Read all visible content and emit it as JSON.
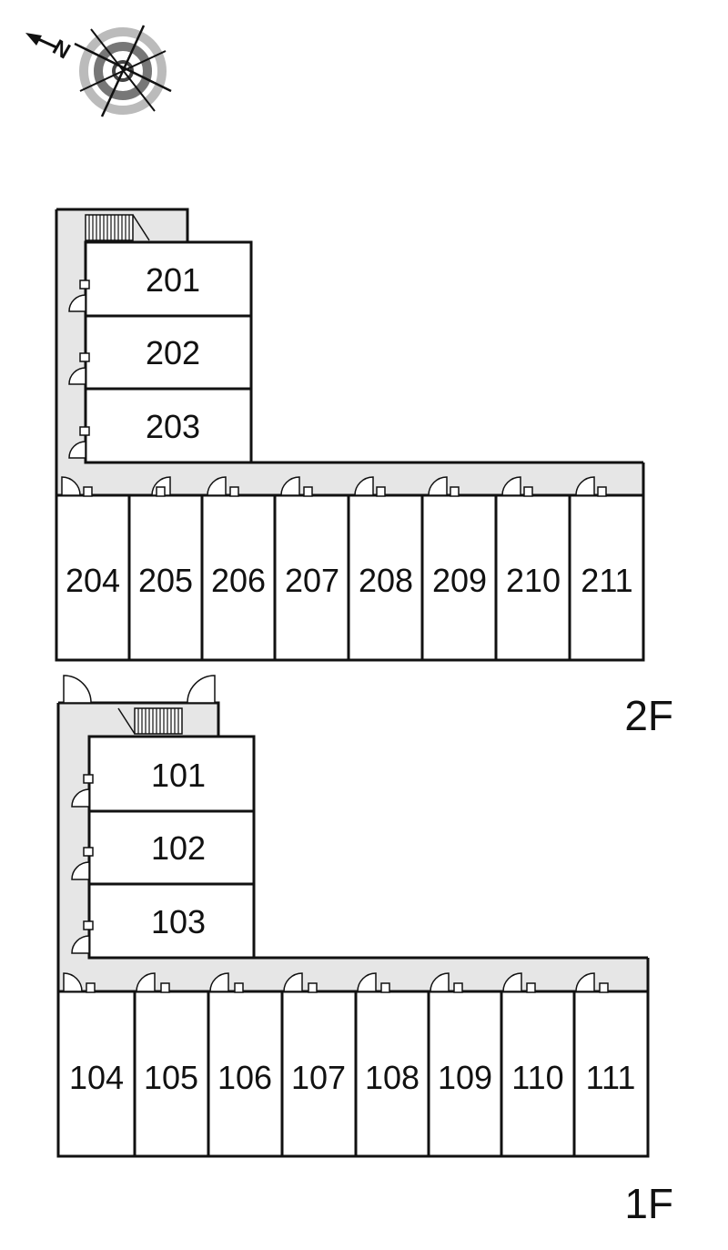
{
  "compass": {
    "north_label": "N",
    "icon": "compass-rose-icon"
  },
  "colors": {
    "corridor": "#e6e6e6",
    "wall": "#111111",
    "background": "#ffffff"
  },
  "floors": [
    {
      "label": "2F",
      "wing_rooms": [
        "201",
        "202",
        "203"
      ],
      "row_rooms": [
        "204",
        "205",
        "206",
        "207",
        "208",
        "209",
        "210",
        "211"
      ]
    },
    {
      "label": "1F",
      "wing_rooms": [
        "101",
        "102",
        "103"
      ],
      "row_rooms": [
        "104",
        "105",
        "106",
        "107",
        "108",
        "109",
        "110",
        "111"
      ]
    }
  ]
}
